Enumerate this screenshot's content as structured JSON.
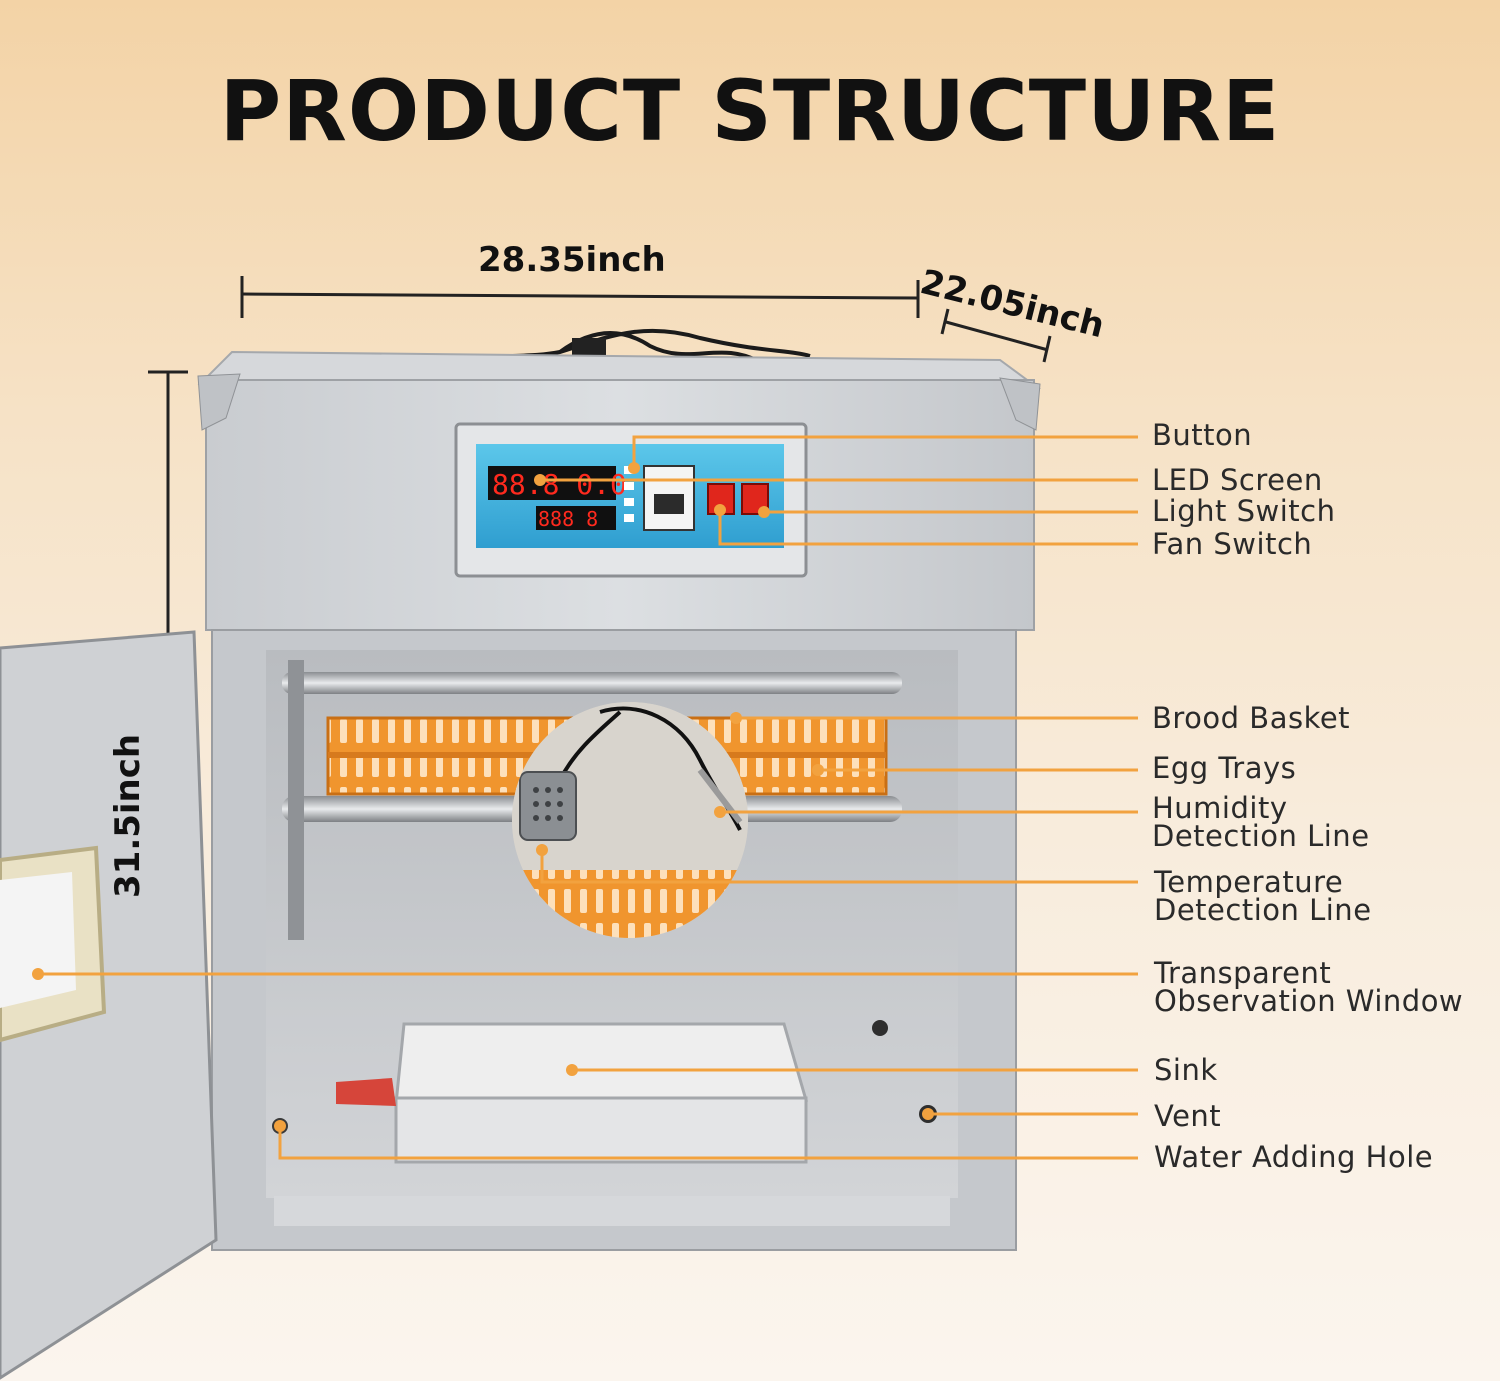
{
  "title": "PRODUCT STRUCTURE",
  "dimensions": {
    "width": "28.35inch",
    "depth": "22.05inch",
    "height": "31.5inch"
  },
  "accent_color": "#f2a23f",
  "labels": {
    "button": "Button",
    "led_screen": "LED Screen",
    "light_switch": "Light Switch",
    "fan_switch": "Fan Switch",
    "brood_basket": "Brood Basket",
    "egg_trays": "Egg Trays",
    "humidity_line_1": "Humidity",
    "humidity_line_2": "Detection Line",
    "temperature_line_1": "Temperature",
    "temperature_line_2": "Detection Line",
    "window_line_1": "Transparent",
    "window_line_2": "Observation Window",
    "sink": "Sink",
    "vent": "Vent",
    "water_hole": "Water Adding Hole"
  }
}
